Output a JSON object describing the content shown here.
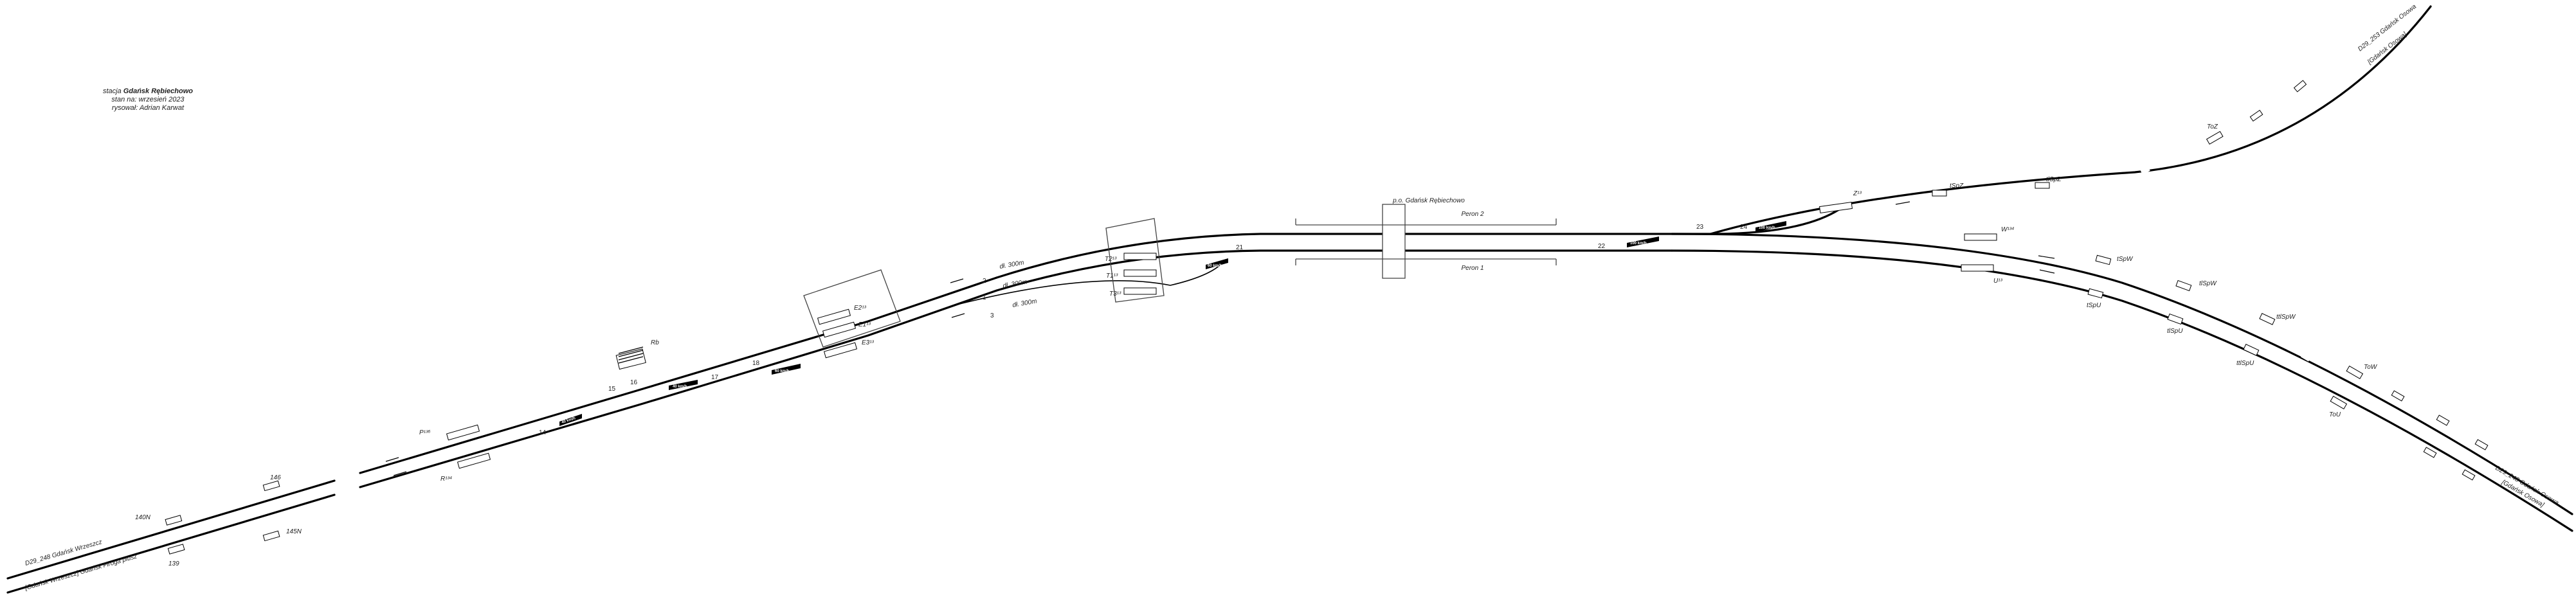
{
  "title_block": {
    "prefix": "stacja",
    "station": "Gdańsk Rębiechowo",
    "status": "stan na: wrzesień 2023",
    "author": "rysował: Adrian Karwat"
  },
  "platforms": {
    "stop_name": "p.o. Gdańsk Rębiechowo",
    "platform2": "Peron 2",
    "platform1": "Peron 1"
  },
  "routes": {
    "left_upper": "D29_248 Gdańsk Wrzeszcz",
    "left_lower": "[Gdańsk Wrzeszcz] Gdańsk Firoga plusz",
    "right_upper": "D29_253 Gdańsk Osowa",
    "right_upper_sub": "[Gdańsk Osowa]",
    "right_lower": "D29_248 Gdańsk Osowa",
    "right_lower_sub": "[Gdańsk Osowa]"
  },
  "track_labels": {
    "t1": "1",
    "t2": "2",
    "t3": "3"
  },
  "track_lengths": {
    "t2": "dł. 300m",
    "t1": "dł. 300m",
    "t3": "dł. 300m"
  },
  "switch_numbers": [
    "14",
    "15",
    "16",
    "17",
    "18",
    "21",
    "22",
    "23",
    "24"
  ],
  "speed_labels": [
    "40 km/h",
    "40 km/h",
    "60 km/h",
    "60 km/h",
    "100 km/h",
    "100 km/h"
  ],
  "signal_labels": {
    "s146": "146",
    "s140N": "140N",
    "s145N": "145N",
    "s139": "139",
    "P": "P¹³⁶",
    "R": "R¹³⁴",
    "Rb": "Rb",
    "E2": "E2¹³",
    "E1": "E1¹³",
    "E3": "E3¹³",
    "T2": "T2¹³",
    "T1": "T1¹³",
    "T3": "T3¹³",
    "Z": "Z¹³",
    "tSpZ": "tSpZ",
    "tlSpZ": "tlSpZ",
    "ToZ": "ToZ",
    "W": "W¹³⁴",
    "U": "U¹³",
    "tSpW": "tSpW",
    "tSpU": "tSpU",
    "tlSpW": "tlSpW",
    "tlSpU": "tlSpU",
    "ttlSpW": "ttlSpW",
    "ttlSpU": "ttlSpU",
    "ToW": "ToW",
    "ToU": "ToU"
  },
  "colors": {
    "track": "#000000",
    "background": "#ffffff"
  }
}
